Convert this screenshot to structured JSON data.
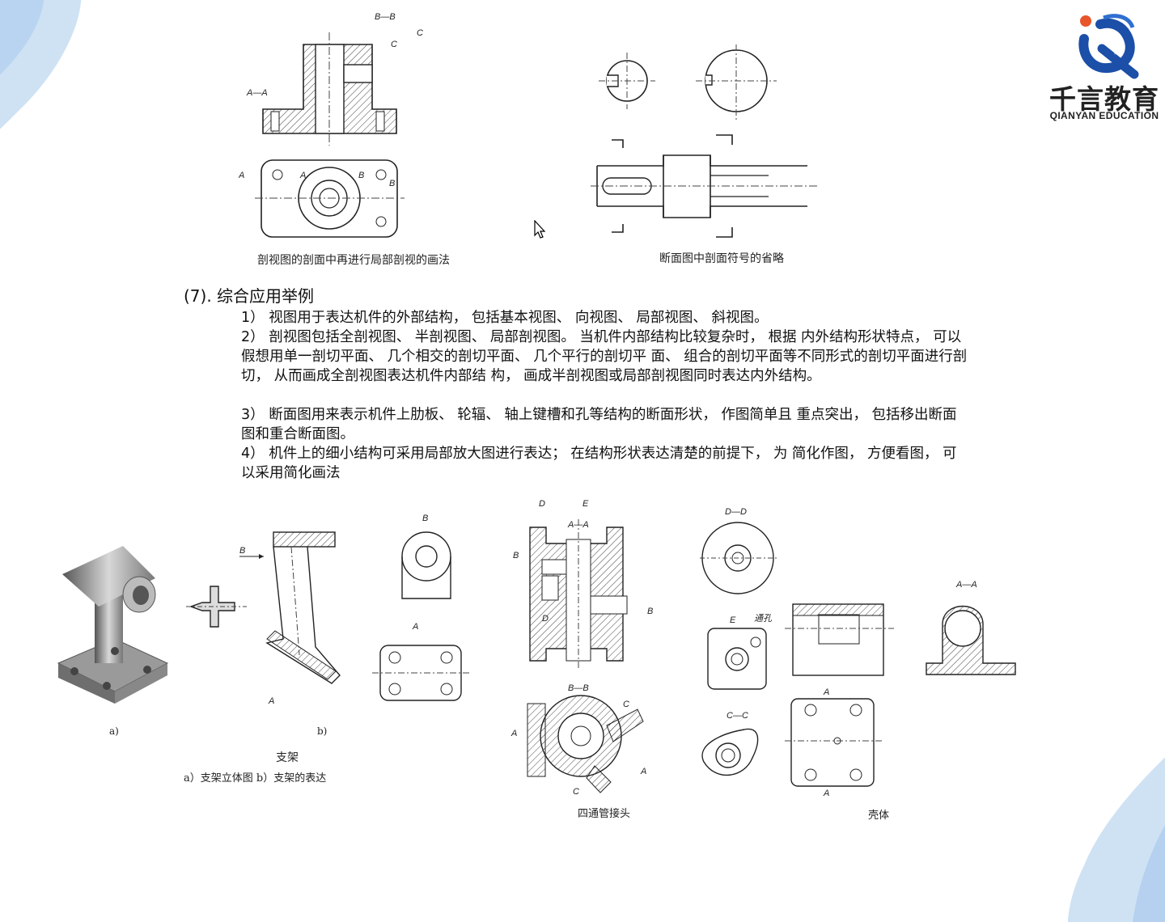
{
  "brand": {
    "name_cn": "千言教育",
    "name_en": "QIANYAN EDUCATION",
    "colors": {
      "primary": "#1b4fa8",
      "accent": "#e8552a",
      "decor": "#bcd6ef"
    }
  },
  "top_figures": [
    {
      "caption": "剖视图的剖面中再进行局部剖视的画法",
      "labels": [
        "B—B",
        "C",
        "C",
        "A—A",
        "A",
        "A",
        "B",
        "B"
      ]
    },
    {
      "caption": "断面图中剖面符号的省略"
    }
  ],
  "section": {
    "heading": "(7). 综合应用举例",
    "paragraphs": [
      "1） 视图用于表达机件的外部结构， 包括基本视图、 向视图、 局部视图、 斜视图。",
      "2） 剖视图包括全剖视图、 半剖视图、 局部剖视图。 当机件内部结构比较复杂时， 根据 内外结构形状特点， 可以假想用单一剖切平面、 几个相交的剖切平面、 几个平行的剖切平 面、 组合的剖切平面等不同形式的剖切平面进行剖切， 从而画成全剖视图表达机件内部结 构， 画成半剖视图或局部剖视图同时表达内外结构。",
      "3） 断面图用来表示机件上肋板、 轮辐、 轴上键槽和孔等结构的断面形状， 作图简单且 重点突出， 包括移出断面图和重合断面图。",
      "4） 机件上的细小结构可采用局部放大图进行表达； 在结构形状表达清楚的前提下， 为 简化作图， 方便看图， 可以采用简化画法"
    ]
  },
  "bottom_figures": {
    "bracket": {
      "label_a": "a)",
      "label_b": "b)",
      "title": "支架",
      "subtitle": "a）支架立体图   b）支架的表达",
      "view_labels": [
        "B",
        "B",
        "A",
        "A"
      ]
    },
    "pipe_joint": {
      "caption": "四通管接头",
      "view_labels": [
        "D",
        "E",
        "A—A",
        "B",
        "B",
        "D",
        "B—B",
        "C",
        "A",
        "C",
        "A"
      ]
    },
    "housing": {
      "caption": "壳体",
      "view_labels": [
        "D—D",
        "E",
        "通孔",
        "C—C",
        "A—A",
        "A",
        "A"
      ]
    }
  }
}
